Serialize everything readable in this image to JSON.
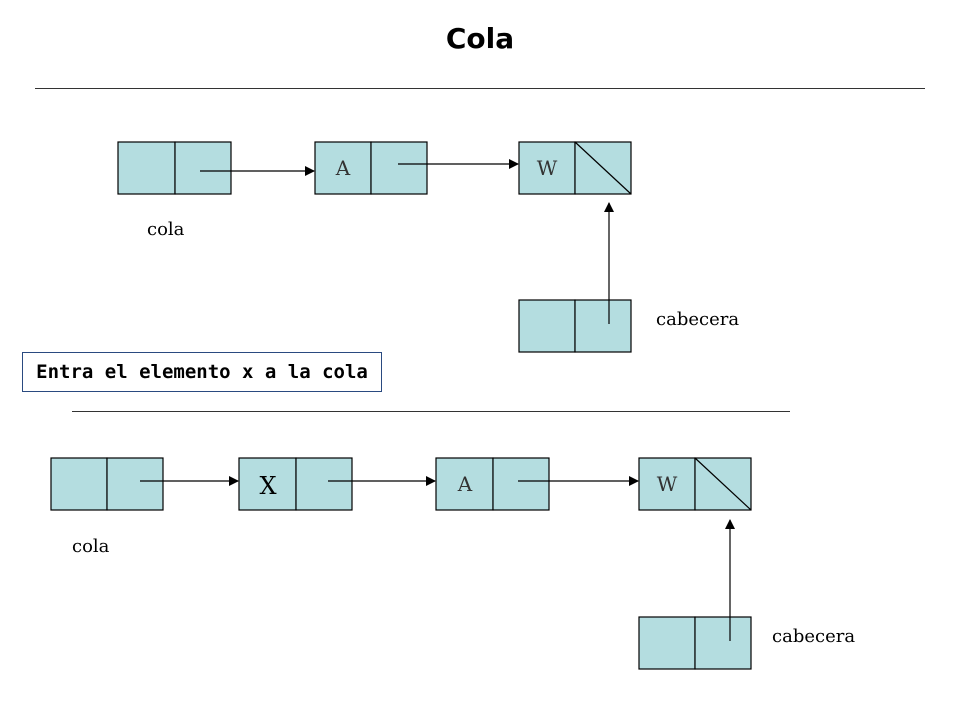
{
  "title": "Cola",
  "caption": "Entra el elemento x a la cola",
  "top": {
    "cola_label": "cola",
    "cabecera_label": "cabecera",
    "nodes": [
      {
        "value": ""
      },
      {
        "value": "A"
      },
      {
        "value": "W"
      }
    ]
  },
  "bottom": {
    "cola_label": "cola",
    "cabecera_label": "cabecera",
    "nodes": [
      {
        "value": ""
      },
      {
        "value": "X"
      },
      {
        "value": "A"
      },
      {
        "value": "W"
      }
    ]
  }
}
